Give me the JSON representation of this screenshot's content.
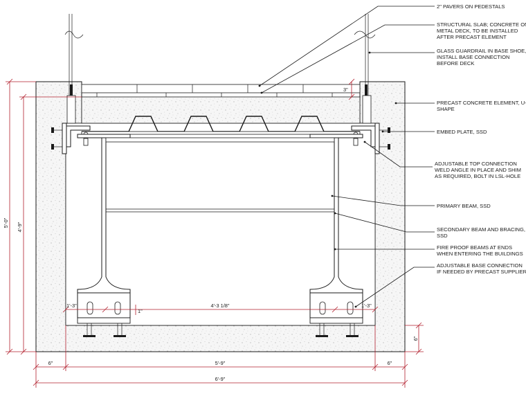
{
  "notes": {
    "pavers": "2\" PAVERS ON PEDESTALS",
    "slab": [
      "STRUCTURAL SLAB; CONCRETE ON",
      "METAL DECK, TO BE INSTALLED",
      "AFTER PRECAST ELEMENT"
    ],
    "guardrail": [
      "GLASS GUARDRAIL IN BASE SHOE,",
      "INSTALL BASE CONNECTION",
      "BEFORE DECK"
    ],
    "precast": [
      "PRECAST CONCRETE ELEMENT, U-",
      "SHAPE"
    ],
    "embed": "EMBED PLATE, SSD",
    "top_connection": [
      "ADJUSTABLE TOP  CONNECTION",
      "WELD ANGLE IN PLACE AND SHIM",
      "AS REQUIRED, BOLT IN LSL-HOLE"
    ],
    "primary_beam": "PRIMARY BEAM, SSD",
    "secondary_beam": [
      "SECONDARY BEAM AND BRACING,",
      "SSD"
    ],
    "fireproof": [
      "FIRE PROOF BEAMS AT ENDS",
      "WHEN ENTERING THE BUILDINGS"
    ],
    "base_connection": [
      "ADJUSTABLE BASE  CONNECTION",
      "IF NEEDED BY PRECAST SUPPLIER"
    ]
  },
  "dimensions": {
    "overall_height": "5'-0\"",
    "inner_height": "4'-9\"",
    "slab_offset": "3\"",
    "base_left": "1'-3\"",
    "base_right": "1'-3\"",
    "between_bases": "4'-3 1/8\"",
    "base_thickness": "6\"",
    "wall_left": "6\"",
    "inner_width": "5'-9\"",
    "wall_right": "6\"",
    "overall_width": "6'-9\"",
    "base_dim_mark": "1\""
  },
  "colors": {
    "dimension_line": "#b21f2d",
    "linework": "#1a1a1a",
    "concrete_fill": "#f4f4f4"
  }
}
